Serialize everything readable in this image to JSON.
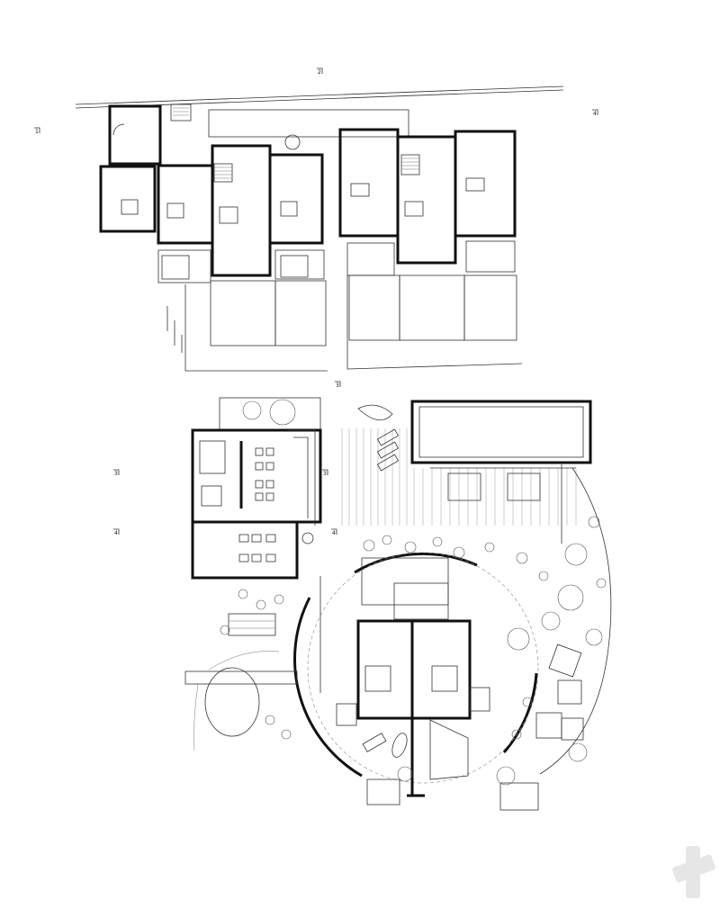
{
  "drawing": {
    "type": "architectural-site-plan",
    "zones": [
      "row-houses",
      "pool",
      "pavilion",
      "circular-villa",
      "garden",
      "pond"
    ]
  },
  "section_markers": [
    {
      "id": "marker-top-center",
      "label": "2"
    },
    {
      "id": "marker-top-left",
      "label": "1"
    },
    {
      "id": "marker-top-right",
      "label": "4"
    },
    {
      "id": "marker-mid",
      "label": "3"
    },
    {
      "id": "marker-pavilion-left-a",
      "label": "3"
    },
    {
      "id": "marker-pavilion-left-b",
      "label": "4"
    },
    {
      "id": "marker-pavilion-right",
      "label": "3"
    },
    {
      "id": "marker-pavilion-bottom",
      "label": "4"
    }
  ],
  "colors": {
    "line": "#111111",
    "thin_line": "#333333",
    "logo": "#e6e6e6"
  },
  "icons": [
    "plus-logo-icon"
  ]
}
